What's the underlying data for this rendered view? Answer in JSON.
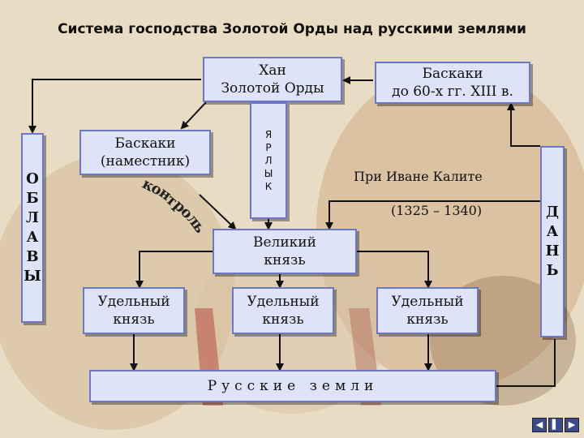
{
  "title": "Система господства Золотой Орды над русскими землями",
  "khan": "Хан\nЗолотой Орды",
  "baskaki_top": "Баскаки\nдо 60-х гг. XIII в.",
  "baskaki_namestnik": "Баскаки\n(наместник)",
  "yarlyk": [
    "Я",
    "Р",
    "Л",
    "Ы",
    "К"
  ],
  "oblavy": [
    "О",
    "Б",
    "Л",
    "А",
    "В",
    "Ы"
  ],
  "dan": [
    "Д",
    "А",
    "Н",
    "Ь"
  ],
  "kontrol": [
    "к",
    "о",
    "н",
    "т",
    "р",
    "о",
    "л",
    "ь"
  ],
  "kalita": "При Иване Калите",
  "kalita_years": "(1325 – 1340)",
  "grand_prince": "Великий\nкнязь",
  "udelny_1": "Удельный\nкнязь",
  "udelny_2": "Удельный\nкнязь",
  "udelny_3": "Удельный\nкнязь",
  "russian_lands": "Русские  земли"
}
